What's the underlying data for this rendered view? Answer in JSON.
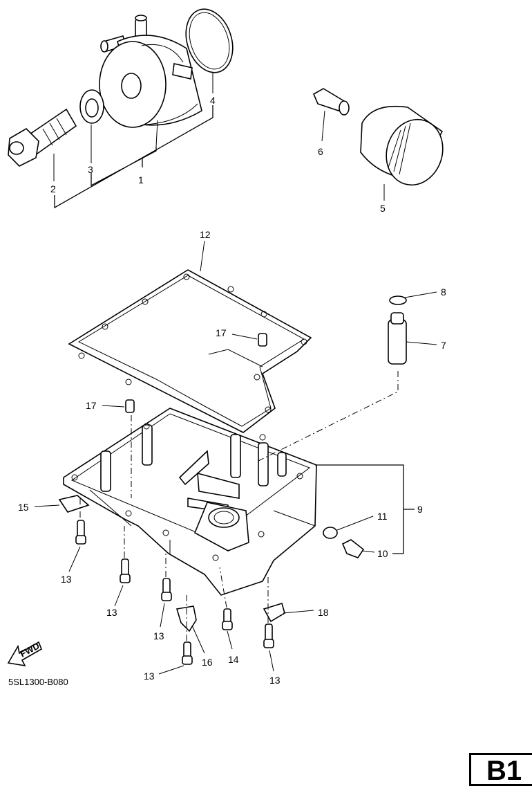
{
  "diagram_code": "5SL1300-B080",
  "page_tab": "B1",
  "fwd_label": "FWD",
  "callouts": [
    {
      "id": "c1",
      "text": "1"
    },
    {
      "id": "c2",
      "text": "2"
    },
    {
      "id": "c3",
      "text": "3"
    },
    {
      "id": "c4",
      "text": "4"
    },
    {
      "id": "c5",
      "text": "5"
    },
    {
      "id": "c6",
      "text": "6"
    },
    {
      "id": "c7",
      "text": "7"
    },
    {
      "id": "c8",
      "text": "8"
    },
    {
      "id": "c9",
      "text": "9"
    },
    {
      "id": "c10",
      "text": "10"
    },
    {
      "id": "c11",
      "text": "11"
    },
    {
      "id": "c12",
      "text": "12"
    },
    {
      "id": "c13a",
      "text": "13"
    },
    {
      "id": "c13b",
      "text": "13"
    },
    {
      "id": "c13c",
      "text": "13"
    },
    {
      "id": "c13d",
      "text": "13"
    },
    {
      "id": "c13e",
      "text": "13"
    },
    {
      "id": "c14",
      "text": "14"
    },
    {
      "id": "c15",
      "text": "15"
    },
    {
      "id": "c16",
      "text": "16"
    },
    {
      "id": "c17a",
      "text": "17"
    },
    {
      "id": "c17b",
      "text": "17"
    },
    {
      "id": "c18",
      "text": "18"
    }
  ]
}
